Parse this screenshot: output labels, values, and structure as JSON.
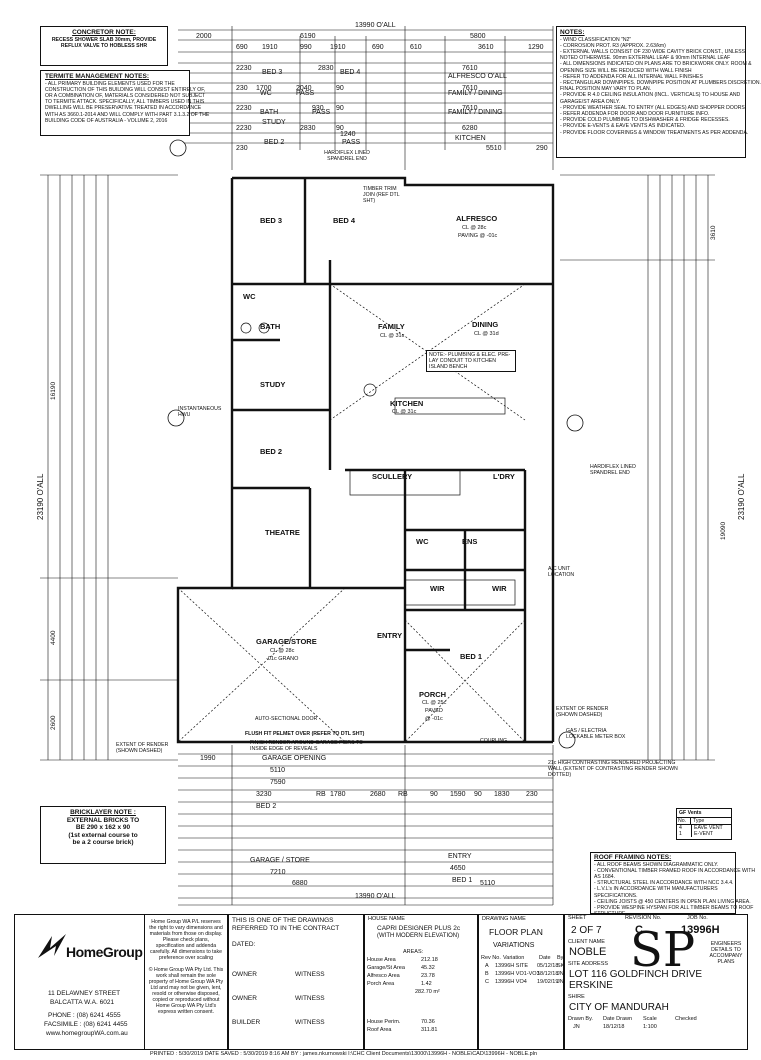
{
  "top_dims": {
    "overall": "13990 O'ALL",
    "row1": [
      "2000",
      "6190",
      "5800"
    ],
    "row2": [
      "690",
      "1910",
      "990",
      "1910",
      "690",
      "610",
      "3610",
      "1290"
    ],
    "row3_left": [
      "2230",
      "BED 3",
      "2830",
      "BED 4",
      "7610",
      "ALFRESCO O'ALL"
    ],
    "row4": [
      "230",
      "1700",
      "WC",
      "2040",
      "PASS",
      "90",
      "7610",
      "FAMILY / DINING"
    ],
    "row5": [
      "2230",
      "BATH",
      "930",
      "PASS",
      "90",
      "7610",
      "FAMILY / DINING"
    ],
    "row6": [
      "2230",
      "STUDY",
      "2830",
      "90",
      "6280",
      "KITCHEN"
    ],
    "row7": [
      "230",
      "BED 2",
      "1240",
      "PASS",
      "5510",
      "290"
    ]
  },
  "concretor": {
    "title": "CONCRETOR NOTE:",
    "lines": [
      "RECESS SHOWER SLAB 30mm, PROVIDE",
      "REFLUX VALVE TO HOBLESS SHR"
    ]
  },
  "termite": {
    "title": "TERMITE MANAGEMENT NOTES:",
    "lines": [
      "- ALL PRIMARY BUILDING ELEMENTS USED FOR THE",
      "CONSTRUCTION OF THIS BUILDING WILL CONSIST ENTIRELY OF,",
      "OR A COMBINATION OF, MATERIALS CONSIDERED NOT SUBJECT",
      "TO TERMITE ATTACK. SPECIFICALLY, ALL TIMBERS USED IN THIS",
      "DWELLING WILL BE PRESERVATIVE TREATED IN ACCORDANCE",
      "WITH AS 3660.1-2014 AND WILL COMPLY WITH PART 3.1.3.2 OF THE",
      "BUILDING CODE OF AUSTRALIA - VOLUME 2, 2016"
    ]
  },
  "notes": {
    "title": "NOTES:",
    "lines": [
      "- WIND CLASSIFICATION \"N2\"",
      "- CORROSION PROT. R3 (APPROX. 2.63/km)",
      "- EXTERNAL WALLS CONSIST OF 230 WIDE CAVITY BRICK CONST., UNLESS",
      "NOTED OTHERWISE. 90mm EXTERNAL LEAF & 90mm INTERNAL LEAF",
      "- ALL DIMENSIONS INDICATED ON PLANS ARE TO BRICKWORK ONLY. ROOM &",
      "OPENING SIZE WILL BE REDUCED WITH WALL FINISH",
      "- REFER TO ADDENDA FOR ALL INTERNAL WALL FINISHES",
      "- RECTANGULAR DOWNPIPES. DOWNPIPE POSITION AT PLUMBERS DISCRETION.",
      "FINAL POSITION MAY VARY TO PLAN.",
      "- PROVIDE R 4.0 CEILING INSULATION (INCL. VERTICALS) TO HOUSE AND",
      "GARAGE/ST AREA ONLY.",
      "- PROVIDE WEATHER SEAL TO ENTRY (ALL EDGES) AND SHOPPER DOORS",
      "- REFER ADDENDA FOR DOOR AND DOOR FURNITURE INFO.",
      "- PROVIDE COLD PLUMBING TO DISHWASHER & FRIDGE RECESSES.",
      "- PROVIDE E-VENTS & EAVE VENTS AS INDICATED.",
      "- PROVIDE FLOOR COVERINGS & WINDOW TREATMENTS AS PER ADDENDA."
    ]
  },
  "rooms": {
    "bed3": "BED 3",
    "bed4": "BED 4",
    "alfresco": "ALFRESCO",
    "alfresco_sub": "CL @ 28c",
    "alfresco_paving": "PAVING @ -01c",
    "wc": "WC",
    "bath": "BATH",
    "family": "FAMILY",
    "family_sub": "CL @ 31c",
    "dining": "DINING",
    "dining_sub": "CL @ 31d",
    "study": "STUDY",
    "kitchen": "KITCHEN",
    "kitchen_sub": "CL @ 31c",
    "bed2": "BED 2",
    "scullery": "SCULLERY",
    "ldry": "L'DRY",
    "theatre": "THEATRE",
    "wc2": "WC",
    "ens": "ENS",
    "wir1": "WIR",
    "wir2": "WIR",
    "garage": "GARAGE/STORE",
    "garage_sub1": "CL @ 28c",
    "garage_sub2": "-01c GRANO",
    "entry": "ENTRY",
    "bed1": "BED 1",
    "porch": "PORCH",
    "porch_sub1": "CL @ 25c",
    "porch_sub2": "PAVED",
    "porch_sub3": "@ -01c"
  },
  "plan_notes": {
    "plumbing": "NOTE:- PLUMBING & ELEC. PRE-LAY CONDUIT TO KITCHEN ISLAND BENCH",
    "timber_trim": "TIMBER TRIM JOIN (REF DTL SHT)",
    "hardiflex_top": "HARDIFLEX LINED SPANDREL END",
    "hwu": "INSTANTANEOUS HWU",
    "sectional_door": "AUTO-SECTIONAL DOOR",
    "flush_fit": "FLUSH FIT PELMET OVER (REFER TO DTL SHT)",
    "render_garage": "FINISH RENDER AROUND GARAGE PIERS TO INSIDE EDGE OF REVEALS",
    "render_left": "EXTENT OF RENDER (SHOWN DASHED)",
    "render_right": "EXTENT OF RENDER (SHOWN DASHED)",
    "gas": "GAS / ELECTRIA LOCKABLE METER BOX",
    "ac_unit": "A/C UNIT LOCATION",
    "spandrel_right": "HARDIFLEX LINED SPANDREL END",
    "contrast": "21c HIGH CONTRASTING RENDERED PROJECTING WALL (EXTENT OF CONTRASTING RENDER SHOWN DOTTED)",
    "coupling": "COUPLING"
  },
  "left_dims": {
    "overall": "23190 O'ALL",
    "groups": [
      "16190",
      "4400",
      "2600"
    ]
  },
  "right_dims": {
    "overall": "23190 O'ALL",
    "groups": [
      "3610",
      "19090"
    ]
  },
  "bottom_dims": {
    "overall": "13990 O'ALL",
    "row_garage_opening": [
      "1990",
      "GARAGE OPENING"
    ],
    "row1": [
      "5110",
      "7590"
    ],
    "row_gs": [
      "GARAGE / STORE",
      "7210"
    ],
    "row_final": [
      "6880",
      "5110"
    ],
    "row_mid": [
      "3230",
      "BED 2",
      "1780",
      "RB",
      "2680",
      "RB",
      "90",
      "1590",
      "90",
      "1830",
      "230"
    ],
    "row_entry": [
      "ENTRY",
      "4650",
      "BED 1"
    ]
  },
  "bricklayer": {
    "title": "BRICKLAYER NOTE :",
    "lines": [
      "EXTERNAL BRICKS TO",
      "BE 290 x 162 x 90",
      "(1st external course to",
      "be a 2 course brick)"
    ]
  },
  "gf_vents": {
    "title": "GF Vents",
    "col_no": "No.",
    "col_type": "Type",
    "rows": [
      [
        "4",
        "EAVE VENT"
      ],
      [
        "1",
        "E-VENT"
      ]
    ]
  },
  "roof_framing": {
    "title": "ROOF FRAMING NOTES:",
    "lines": [
      "- ALL ROOF BEAMS SHOWN DIAGRAMMATIC ONLY.",
      "- CONVENTIONAL TIMBER FRAMED ROOF IN ACCORDANCE WITH",
      "AS 1684.",
      "- STRUCTURAL STEEL IN ACCORDANCE WITH NCC 3.4.4.",
      "- L.V.L's IN ACCORDANCE WITH MANUFACTURERS",
      "SPECIFICATIONS.",
      "- CEILING JOISTS @ 450 CENTERS IN OPEN PLAN LIVING AREA.",
      "- PROVIDE WESPINE HYSPAN FOR ALL TIMBER BEAMS TO ROOF",
      "STRUCTURE"
    ]
  },
  "title_block": {
    "company": "HomeGroup",
    "address1": "11 DELAWNEY STREET",
    "address2": "BALCATTA W.A. 6021",
    "phone": "PHONE : (08) 6241 4555",
    "fax": "FACSIMILE : (08) 6241 4455",
    "web": "www.homegroupWA.com.au",
    "rights": "Home Group WA P/L reserves the right to vary dimensions and materials from those on display. Please check plans, specification and addenda carefully. All dimensions to take preference over scaling",
    "copyright": "© Home Group WA Pty Ltd. This work shall remain the sole property of Home Group WA Pty Ltd and may not be given, lent, resold or otherwise disposed, copied or reproduced without Home Group WA Pty Ltd's express written consent.",
    "drawing_ref": "THIS IS ONE OF THE DRAWINGS REFERRED TO IN THE CONTRACT",
    "dated": "DATED:",
    "owner": "OWNER",
    "witness": "WITNESS",
    "builder": "BUILDER",
    "house_name_label": "HOUSE NAME",
    "house_name": "CAPRI DESIGNER PLUS 2c",
    "house_name2": "(WITH MODERN ELEVATION)",
    "areas_title": "AREAS:",
    "areas": [
      [
        "House Area",
        "212.18"
      ],
      [
        "Garage/St Area",
        "45.32"
      ],
      [
        "Alfresco Area",
        "23.78"
      ],
      [
        "Porch Area",
        "1.42"
      ],
      [
        "",
        "282.70 m²"
      ]
    ],
    "perimeter": [
      [
        "House Perim.",
        "70.36"
      ],
      [
        "Roof Area",
        "311.81"
      ]
    ],
    "drawing_name_label": "DRAWING NAME",
    "drawing_name": "FLOOR PLAN",
    "variations_title": "VARIATIONS",
    "var_cols": [
      "Rev No.",
      "Variation",
      "Date",
      "By"
    ],
    "variations": [
      [
        "A",
        "13996H SITE",
        "05/12/18",
        "SK"
      ],
      [
        "B",
        "13996H VO1-VO3",
        "18/12/18",
        "JN"
      ],
      [
        "C",
        "13996H VO4",
        "19/02/19",
        "JN"
      ]
    ],
    "sheet_label": "SHEET",
    "sheet": "2 OF 7",
    "revision_label": "REVISION No.",
    "revision": "C",
    "job_label": "JOB No.",
    "job": "13996H",
    "client_label": "CLIENT NAME",
    "client": "NOBLE",
    "site_label": "SITE ADDRESS",
    "site1": "LOT 116 GOLDFINCH DRIVE",
    "site2": "ERSKINE",
    "shire_label": "SHIRE",
    "shire": "CITY OF MANDURAH",
    "drawn_by_label": "Drawn By.",
    "drawn_by": "JN",
    "date_drawn_label": "Date Drawn",
    "date_drawn": "18/12/18",
    "scale_label": "Scale",
    "scale": "1:100",
    "checked_label": "Checked",
    "engineers": "ENGINEERS DETAILS TO ACCOMPANY PLANS"
  },
  "footer": "PRINTED : 5/30/2019   DATE SAVED : 5/30/2019 8:16 AM   BY : james.nkurnowski   I:\\CHC Client Documents\\13000\\13996H - NOBLE\\CAD\\13996H - NOBLE.pln",
  "stamp": "SP"
}
